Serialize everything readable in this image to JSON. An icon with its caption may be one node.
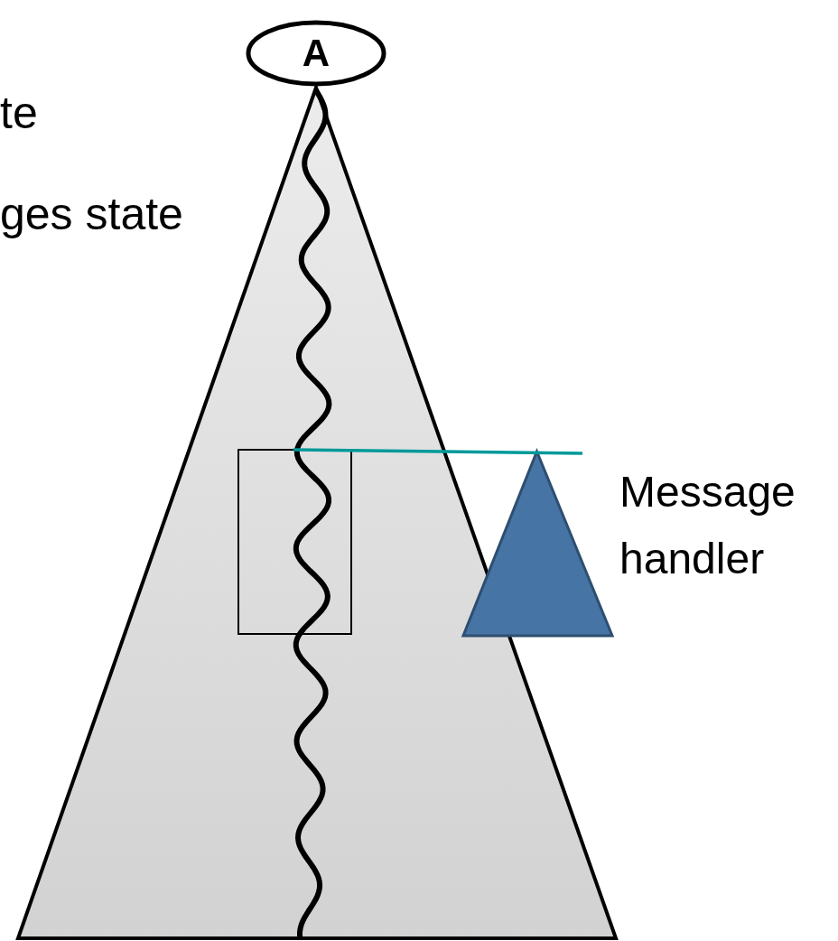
{
  "diagram": {
    "nodes": [
      {
        "text": [
          "A"
        ]
      },
      {
        "text": [],
        "shape": "triangle"
      },
      {
        "text": [],
        "shape": "box",
        "in": 1
      },
      {
        "text": [],
        "shape": "triangle",
        "beside": [
          "Message handler"
        ]
      }
    ],
    "edges": [
      {
        "from": 2,
        "to": 3,
        "arrow": "none",
        "color": "#009999"
      }
    ],
    "labels": [
      "te",
      "ges state"
    ]
  }
}
